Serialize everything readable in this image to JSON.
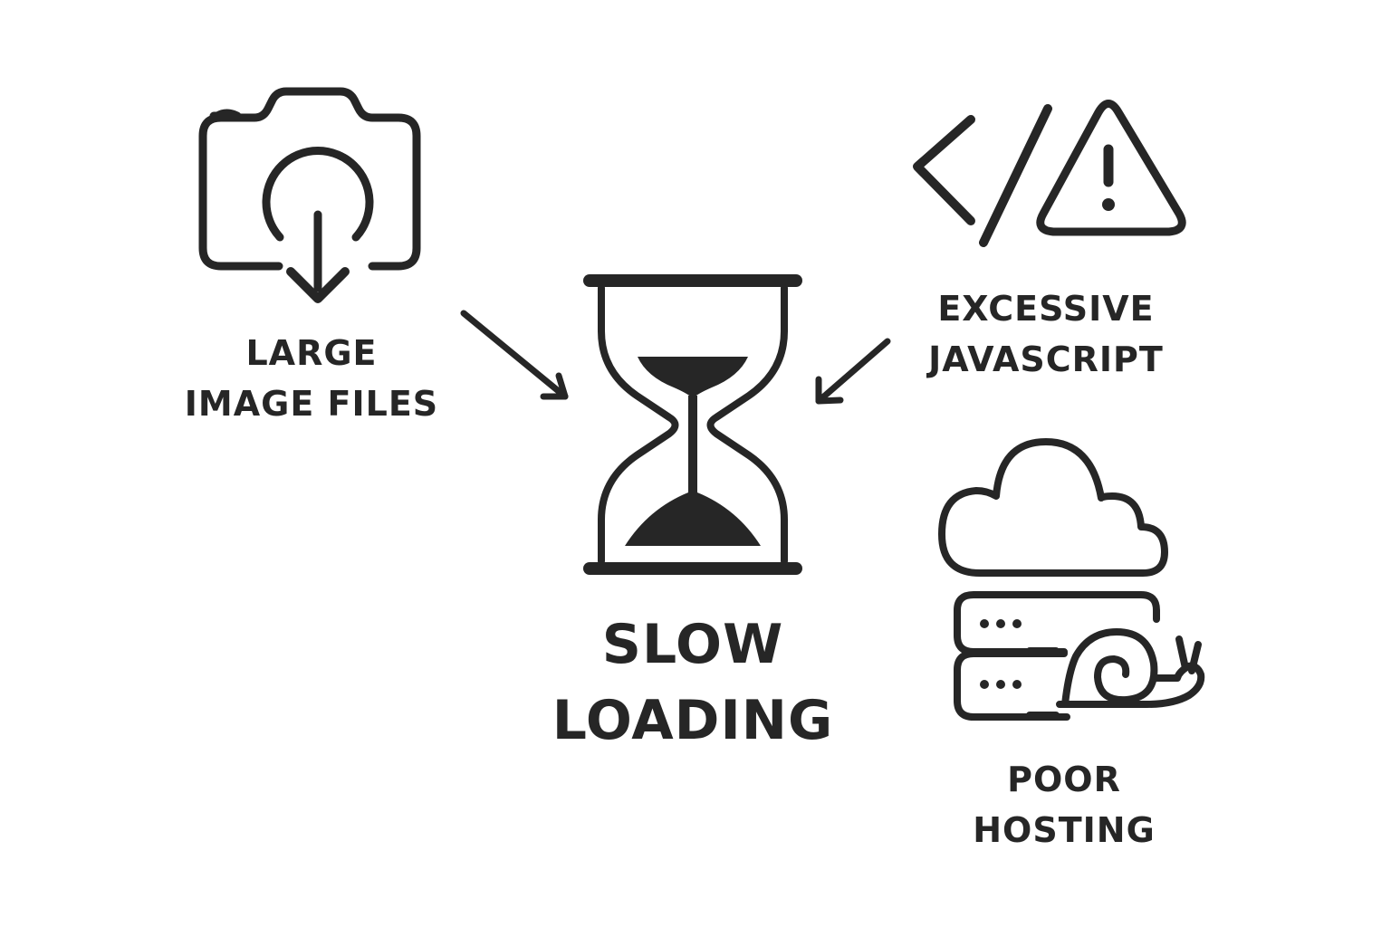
{
  "center": {
    "icon": "hourglass-icon",
    "label_lines": [
      "SLOW",
      "LOADING"
    ]
  },
  "causes": [
    {
      "id": "large-image-files",
      "icon": "camera-download-icon",
      "label_lines": [
        "LARGE",
        "IMAGE FILES"
      ]
    },
    {
      "id": "excessive-javascript",
      "icon": "code-warning-icon",
      "label_lines": [
        "EXCESSIVE",
        "JAVASCRIPT"
      ]
    },
    {
      "id": "poor-hosting",
      "icon": "cloud-server-snail-icon",
      "label_lines": [
        "POOR",
        "HOSTING"
      ]
    }
  ],
  "colors": {
    "ink": "#262626",
    "background": "#ffffff"
  }
}
